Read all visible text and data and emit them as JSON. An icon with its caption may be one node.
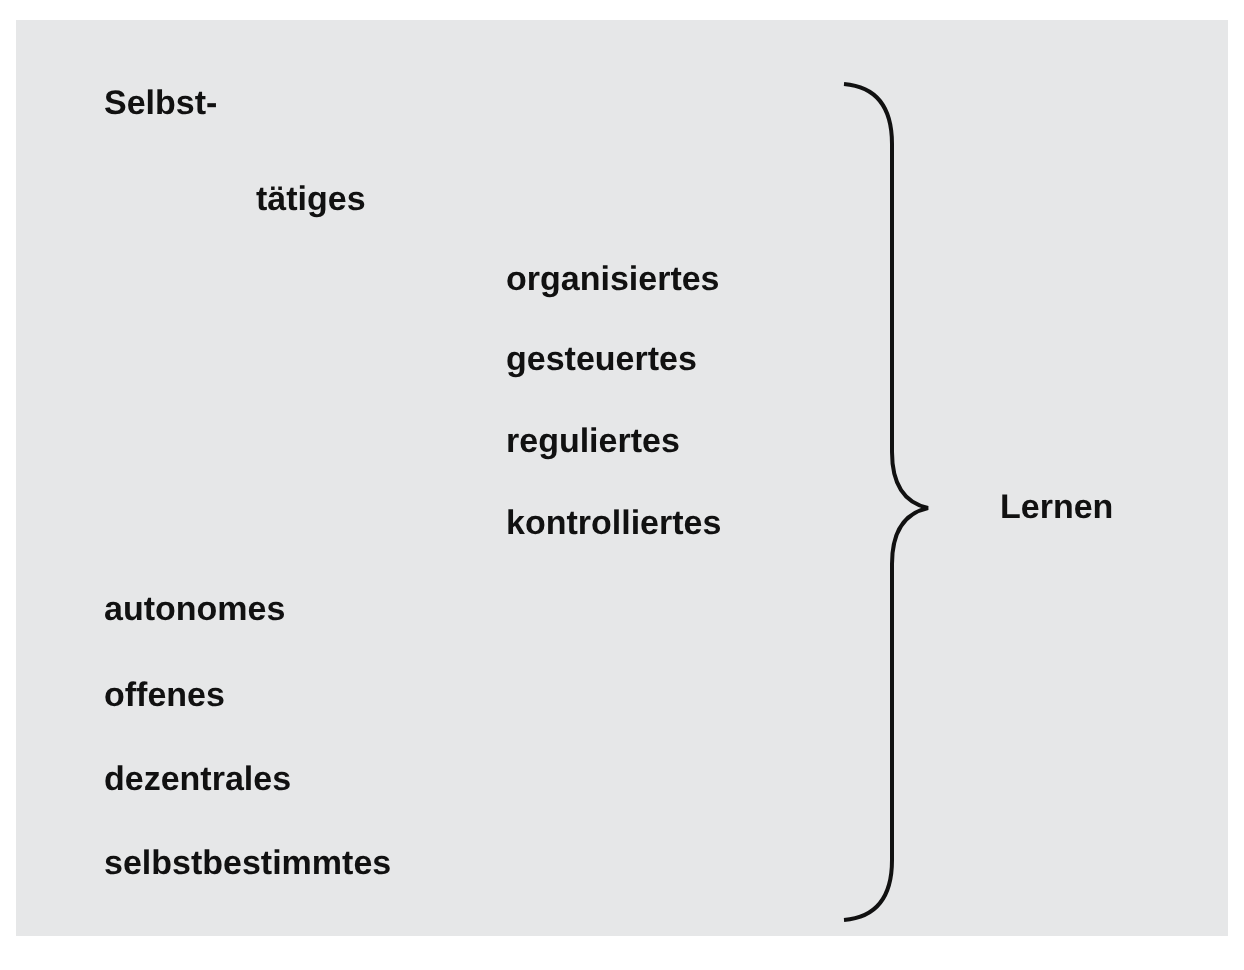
{
  "diagram": {
    "labels": [
      "Selbst-",
      "tätiges",
      "organisiertes",
      "gesteuertes",
      "reguliertes",
      "kontrolliertes",
      "Lernen",
      "autonomes",
      "offenes",
      "dezentrales",
      "selbstbestimmtes"
    ]
  }
}
